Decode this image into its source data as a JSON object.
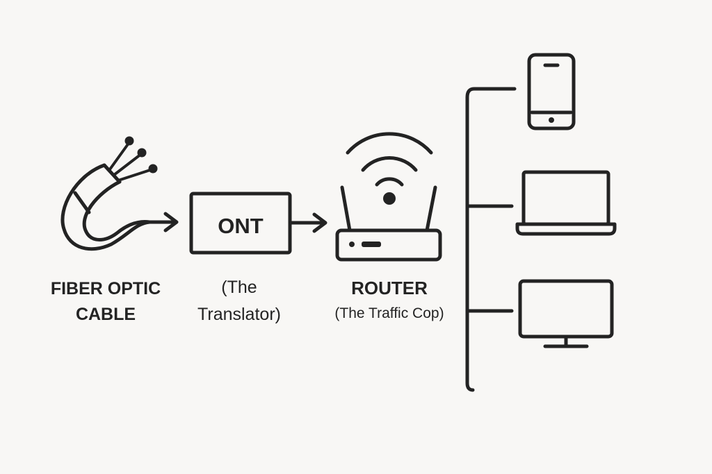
{
  "nodes": {
    "fiber": {
      "label_line1": "FIBER OPTIC",
      "label_line2": "CABLE"
    },
    "ont": {
      "box_text": "ONT",
      "label_line1": "(The",
      "label_line2": "Translator)"
    },
    "router": {
      "label_line1": "ROUTER",
      "label_line2": "(The Traffic Cop)"
    }
  },
  "devices": [
    {
      "icon": "smartphone-icon"
    },
    {
      "icon": "laptop-icon"
    },
    {
      "icon": "monitor-icon"
    }
  ],
  "colors": {
    "ink": "#232323",
    "background": "#f8f7f5"
  }
}
